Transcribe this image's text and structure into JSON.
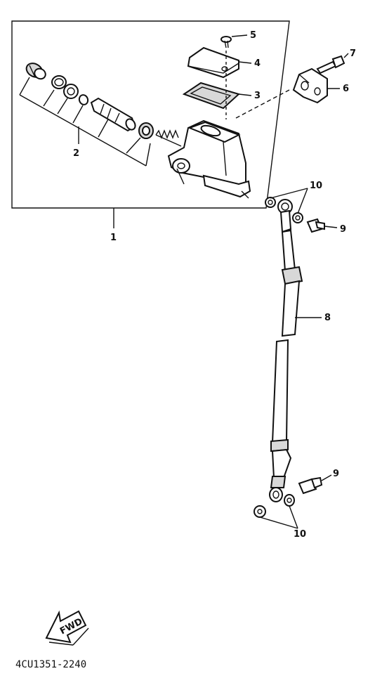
{
  "diagram": {
    "callouts": {
      "c1": "1",
      "c2": "2",
      "c3": "3",
      "c4": "4",
      "c5": "5",
      "c6": "6",
      "c7": "7",
      "c8": "8",
      "c9_top": "9",
      "c9_bottom": "9",
      "c10_top": "10",
      "c10_bottom": "10"
    },
    "fwd_label": "FWD",
    "drawing_code": "4CU1351-2240"
  }
}
